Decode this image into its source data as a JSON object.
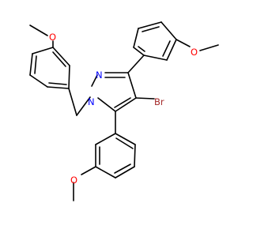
{
  "molecule": {
    "atoms": [
      {
        "id": "N1",
        "label": "N",
        "color": "#0000ff"
      },
      {
        "id": "N2",
        "label": "N",
        "color": "#0000ff"
      },
      {
        "id": "Br",
        "label": "Br",
        "color": "#a52a2a"
      },
      {
        "id": "O_top_left",
        "label": "O",
        "color": "#ff0000"
      },
      {
        "id": "O_top_right",
        "label": "O",
        "color": "#ff0000"
      },
      {
        "id": "O_bottom",
        "label": "O",
        "color": "#ff0000"
      }
    ],
    "bond_color": "#000000",
    "background": "#ffffff"
  }
}
